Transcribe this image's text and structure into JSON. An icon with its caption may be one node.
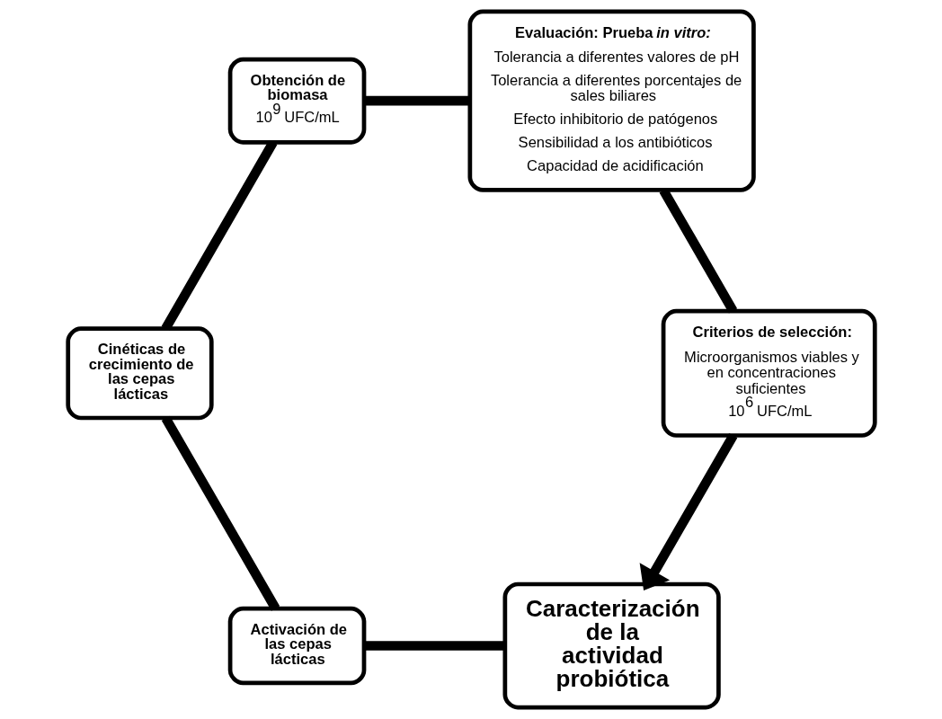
{
  "diagram": {
    "nodes": [
      {
        "text": [
          "Caracterización de la actividad probiótica"
        ]
      },
      {
        "text": [
          "Activación de las cepas lácticas"
        ]
      },
      {
        "text": [
          "Cinéticas de crecimiento de las cepas lácticas"
        ]
      },
      {
        "text": [
          "Obtención de biomasa",
          "10$^{9}$ UFC/mL"
        ]
      },
      {
        "text": [
          "Evaluación: Prueba *in vitro:*",
          "Tolerancia a diferentes valores de pH",
          "Tolerancia a diferentes porcentajes de sales biliares",
          "Efecto inhibitorio de patógenos",
          "Sensibilidad a los antibióticos",
          "Capacidad de acidificación"
        ]
      },
      {
        "text": [
          "Criterios de selección:",
          "Microorganismos viables y en concentraciones suficientes",
          "10$^{6}$ UFC/mL"
        ]
      }
    ],
    "edges": [
      {
        "from": 0,
        "to": 1,
        "arrow": "none"
      },
      {
        "from": 1,
        "to": 2,
        "arrow": "none"
      },
      {
        "from": 2,
        "to": 3,
        "arrow": "none"
      },
      {
        "from": 3,
        "to": 4,
        "arrow": "none"
      },
      {
        "from": 4,
        "to": 5,
        "arrow": "none"
      },
      {
        "from": 5,
        "to": 0,
        "arrow": "to"
      }
    ]
  }
}
